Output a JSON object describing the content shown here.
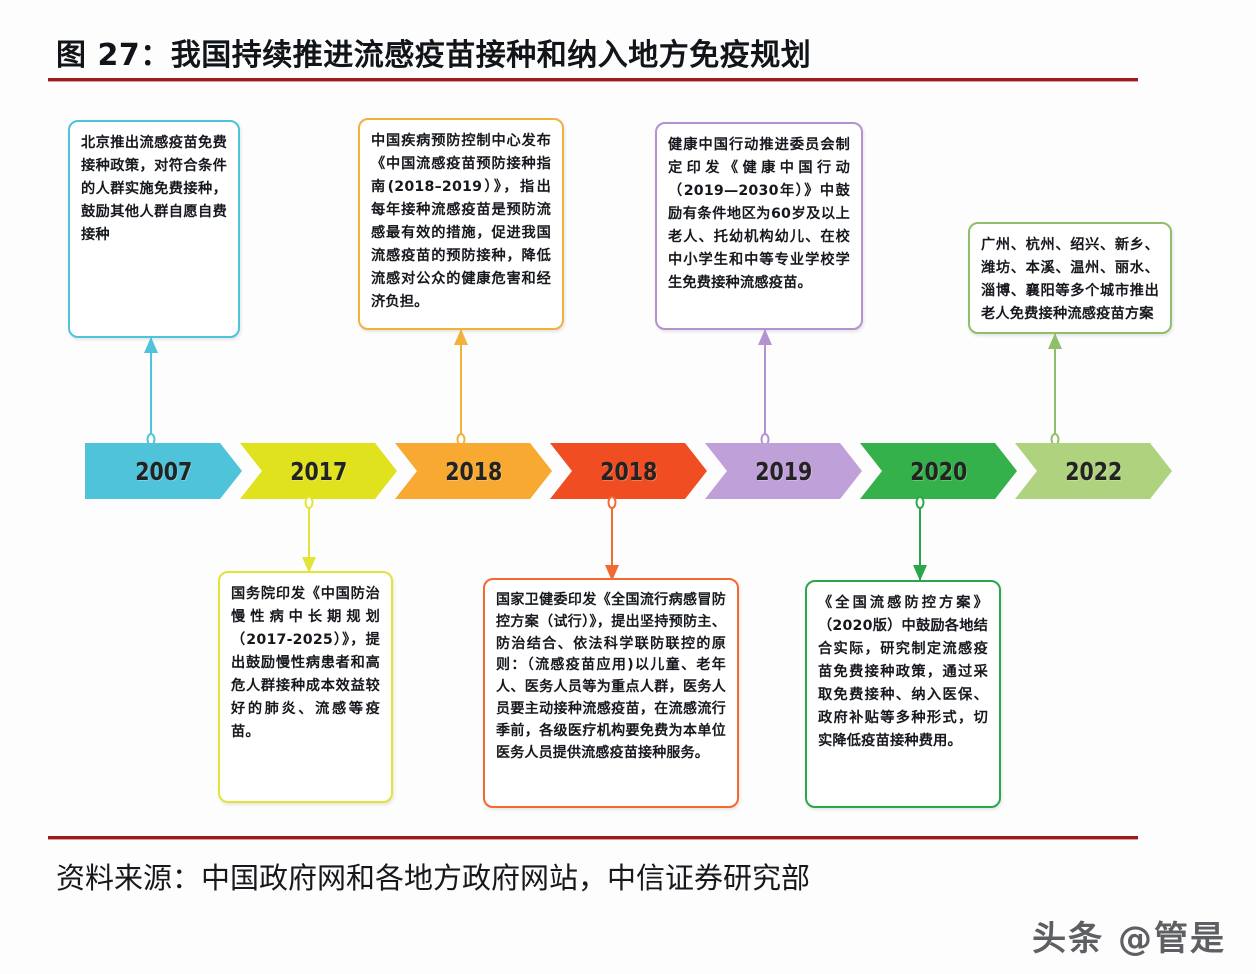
{
  "header": {
    "title": "图 27：我国持续推进流感疫苗接种和纳入地方免疫规划"
  },
  "footer": {
    "source": "资料来源：中国政府网和各地方政府网站，中信证券研究部",
    "watermark": "头条 @管是"
  },
  "colors": {
    "rule": "#9e1b1b",
    "cyan": "#4ec3d9",
    "yellow_green": "#e0e21e",
    "orange": "#f7a931",
    "red_orange": "#f04d22",
    "purple": "#c0a0d8",
    "green": "#34b14a",
    "light_green": "#aed27e"
  },
  "timeline": {
    "milestones": [
      {
        "year": "2007",
        "color": "#4ec3d9",
        "notch": false
      },
      {
        "year": "2017",
        "color": "#e0e21e",
        "notch": true
      },
      {
        "year": "2018",
        "color": "#f7a931",
        "notch": true
      },
      {
        "year": "2018",
        "color": "#f04d22",
        "notch": true
      },
      {
        "year": "2019",
        "color": "#c0a0d8",
        "notch": true
      },
      {
        "year": "2020",
        "color": "#34b14a",
        "notch": true
      },
      {
        "year": "2022",
        "color": "#aed27e",
        "notch": true
      }
    ]
  },
  "callouts": {
    "above": [
      {
        "year": "2007",
        "color": "#4ec3d9",
        "text": "北京推出流感疫苗免费接种政策，对符合条件的人群实施免费接种，鼓励其他人群自愿自费接种"
      },
      {
        "year": "2018",
        "color": "#f1b13a",
        "text": "中国疾病预防控制中心发布《中国流感疫苗预防接种指南(2018–2019）》，指出每年接种流感疫苗是预防流感最有效的措施，促进我国流感疫苗的预防接种，降低流感对公众的健康危害和经济负担。"
      },
      {
        "year": "2019",
        "color": "#b491cf",
        "text": "健康中国行动推进委员会制定印发《健康中国行动（2019—2030年）》中鼓励有条件地区为60岁及以上老人、托幼机构幼儿、在校中小学生和中等专业学校学生免费接种流感疫苗。"
      },
      {
        "year": "2022",
        "color": "#8fbf6a",
        "text": "广州、杭州、绍兴、新乡、潍坊、本溪、温州、丽水、淄博、襄阳等多个城市推出老人免费接种流感疫苗方案"
      }
    ],
    "below": [
      {
        "year": "2017",
        "color": "#e3e43a",
        "text": "国务院印发《中国防治慢性病中长期规划（2017-2025）》，提出鼓励慢性病患者和高危人群接种成本效益较好的肺炎、流感等疫苗。"
      },
      {
        "year": "2018",
        "color": "#f4692f",
        "text": "国家卫健委印发《全国流行病感冒防控方案（试行）》，提出坚持预防主、防治结合、依法科学联防联控的原则：（流感疫苗应用)以儿童、老年人、医务人员等为重点人群，医务人员要主动接种流感疫苗，在流感流行季前，各级医疗机构要免费为本单位医务人员提供流感疫苗接种服务。"
      },
      {
        "year": "2020",
        "color": "#2aa74b",
        "text": "《全国流感防控方案》（2020版）中鼓励各地结合实际，研究制定流感疫苗免费接种政策，通过采取免费接种、纳入医保、政府补贴等多种形式，切实降低疫苗接种费用。"
      }
    ]
  }
}
